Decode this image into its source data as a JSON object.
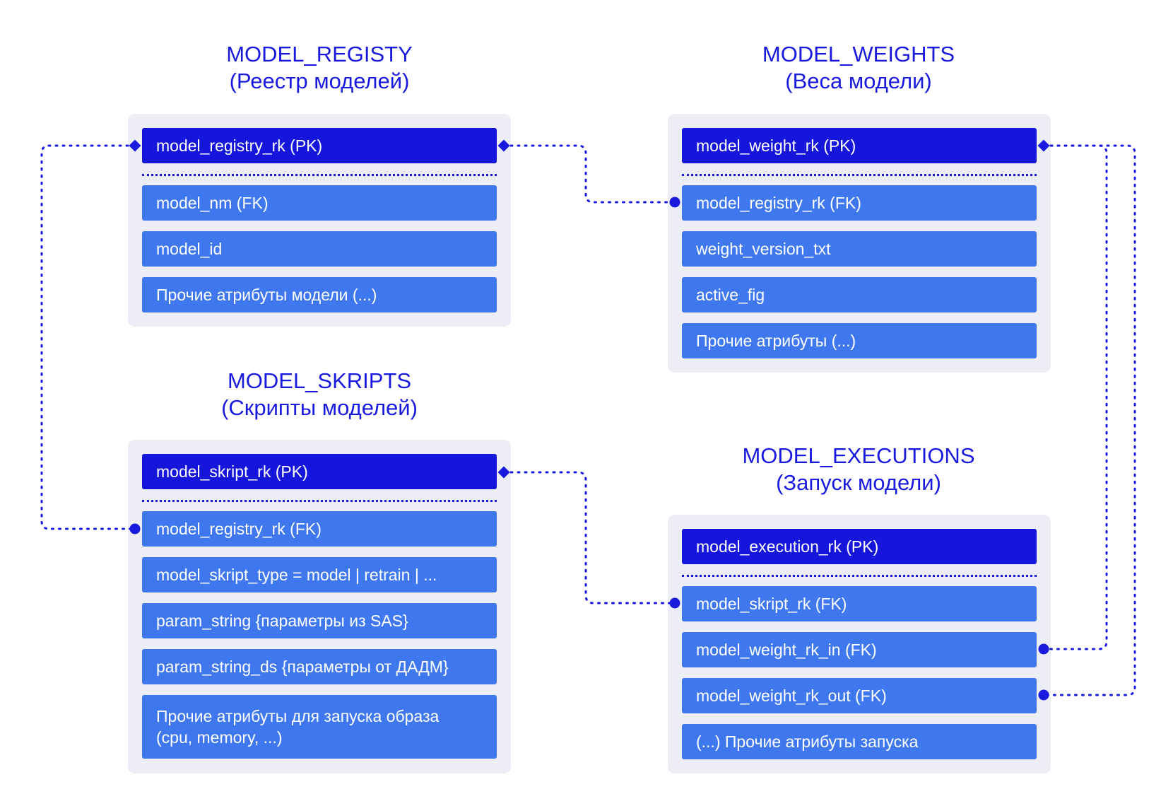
{
  "colors": {
    "accent": "#1a1adf",
    "pk_fill": "#1515dc",
    "field_fill": "#3f78ee",
    "card_fill": "#ecedf5"
  },
  "entities": {
    "registry": {
      "name": "MODEL_REGISTY",
      "subtitle": "(Реестр моделей)",
      "pk": "model_registry_rk (PK)",
      "fields": [
        "model_nm (FK)",
        "model_id",
        "Прочие атрибуты модели (...)"
      ]
    },
    "weights": {
      "name": "MODEL_WEIGHTS",
      "subtitle": "(Веса модели)",
      "pk": "model_weight_rk (PK)",
      "fields": [
        "model_registry_rk (FK)",
        "weight_version_txt",
        "active_fig",
        "Прочие атрибуты (...)"
      ]
    },
    "skripts": {
      "name": "MODEL_SKRIPTS",
      "subtitle": "(Скрипты моделей)",
      "pk": "model_skript_rk (PK)",
      "fields": [
        "model_registry_rk (FK)",
        "model_skript_type = model | retrain | ...",
        "param_string {параметры из SAS}",
        "param_string_ds {параметры от ДАДМ}",
        "Прочие атрибуты для запуска образа (cpu, memory, ...)"
      ]
    },
    "executions": {
      "name": "MODEL_EXECUTIONS",
      "subtitle": "(Запуск модели)",
      "pk": "model_execution_rk (PK)",
      "fields": [
        "model_skript_rk (FK)",
        "model_weight_rk_in (FK)",
        "model_weight_rk_out (FK)",
        "(...) Прочие атрибуты запуска"
      ]
    }
  }
}
